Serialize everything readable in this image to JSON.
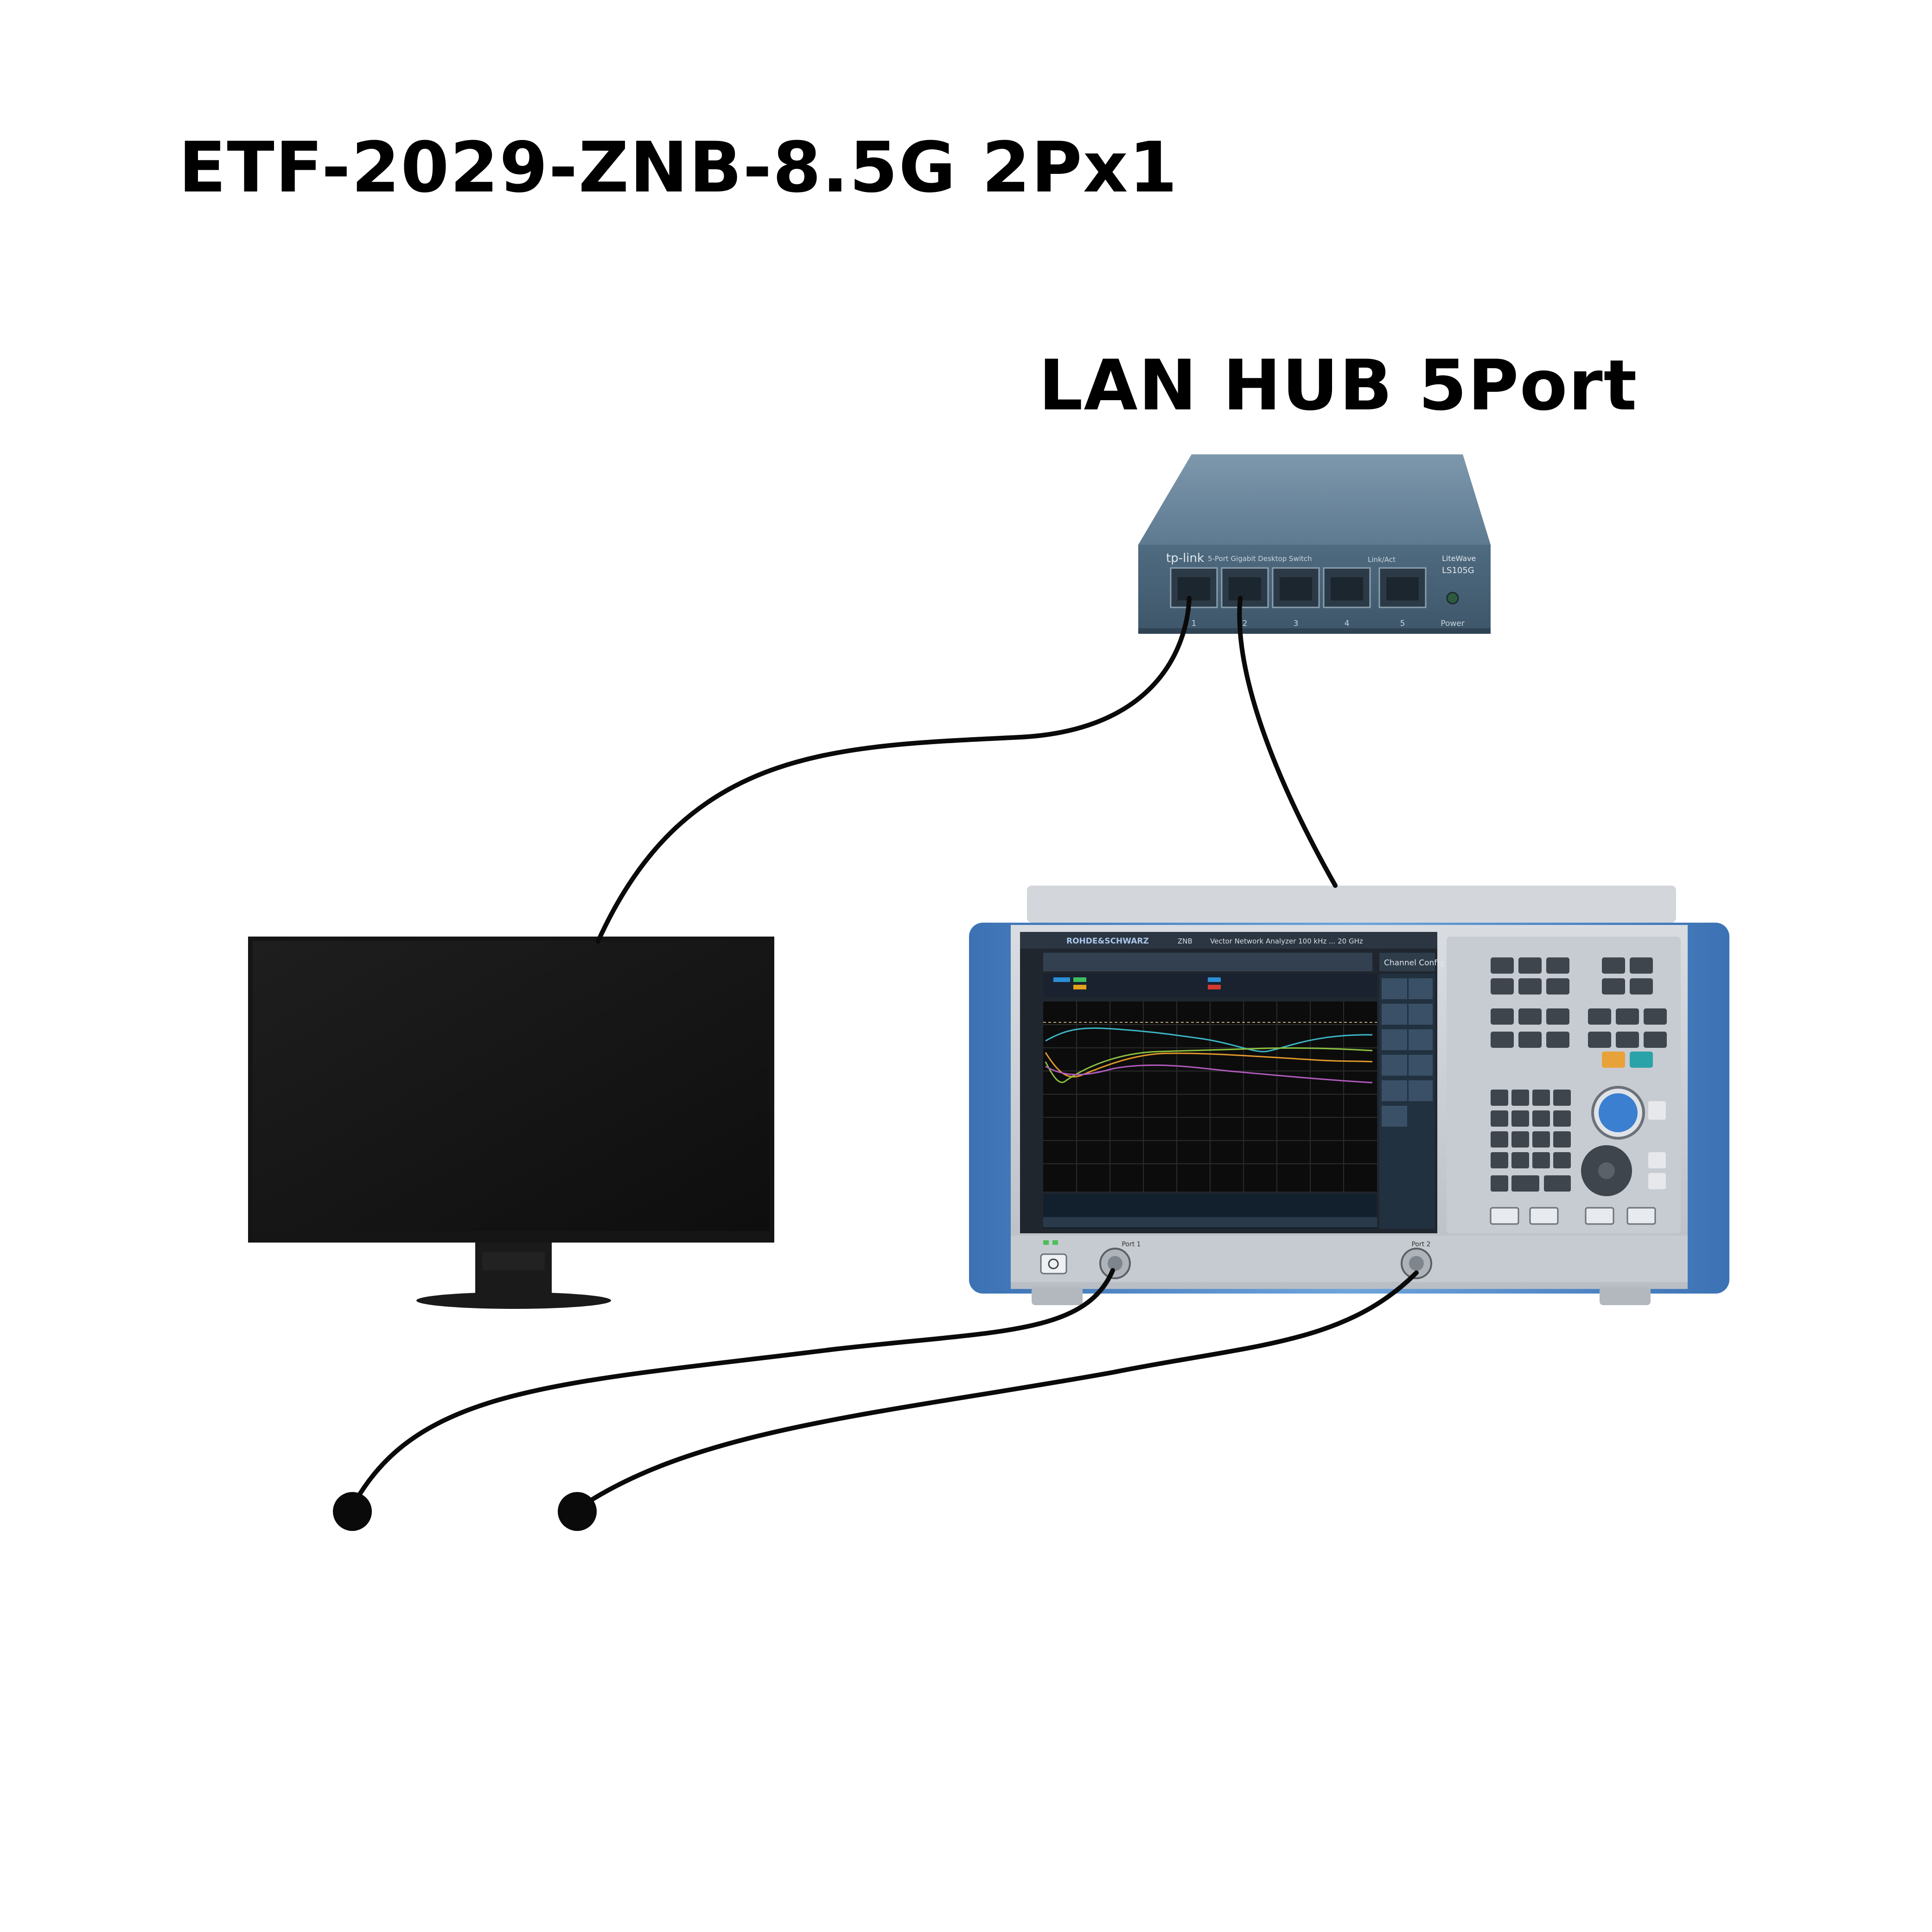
{
  "diagram": {
    "title": "ETF-2029-ZNB-8.5G 2Px1",
    "hub_label": "LAN HUB 5Port"
  },
  "switch": {
    "brand": "tp-link",
    "description": "5-Port Gigabit Desktop Switch",
    "led_label": "Link/Act",
    "series": "LiteWave",
    "model": "LS105G",
    "port_numbers": [
      "1",
      "2",
      "3",
      "4",
      "5"
    ],
    "power_label": "Power"
  },
  "analyzer": {
    "brand": "ROHDE&SCHWARZ",
    "model": "ZNB",
    "type": "Vector Network Analyzer",
    "range": "100 kHz ... 20 GHz",
    "panel_title": "Channel Config",
    "port_labels": [
      "Port 1",
      "Port 2"
    ]
  },
  "colors": {
    "cable": "#0a0a0a",
    "switch_body": "#4d6a80",
    "analyzer_frame": "#4f86c6",
    "monitor_body": "#111111"
  }
}
